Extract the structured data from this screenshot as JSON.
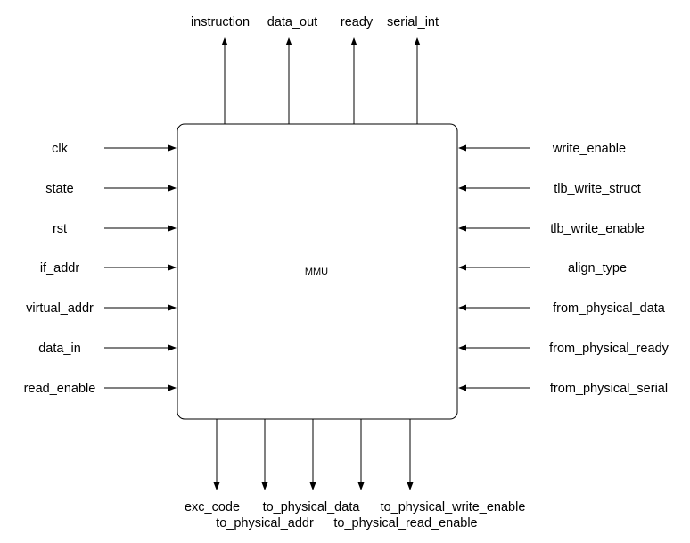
{
  "block": {
    "label": "MMU"
  },
  "top_outputs": [
    "instruction",
    "data_out",
    "ready",
    "serial_int"
  ],
  "left_inputs": [
    "clk",
    "state",
    "rst",
    "if_addr",
    "virtual_addr",
    "data_in",
    "read_enable"
  ],
  "right_inputs": [
    "write_enable",
    "tlb_write_struct",
    "tlb_write_enable",
    "align_type",
    "from_physical_data",
    "from_physical_ready",
    "from_physical_serial"
  ],
  "bottom_outputs": [
    "exc_code",
    "to_physical_addr",
    "to_physical_data",
    "to_physical_read_enable",
    "to_physical_write_enable"
  ],
  "colors": {
    "line": "#000000",
    "background": "#ffffff"
  }
}
